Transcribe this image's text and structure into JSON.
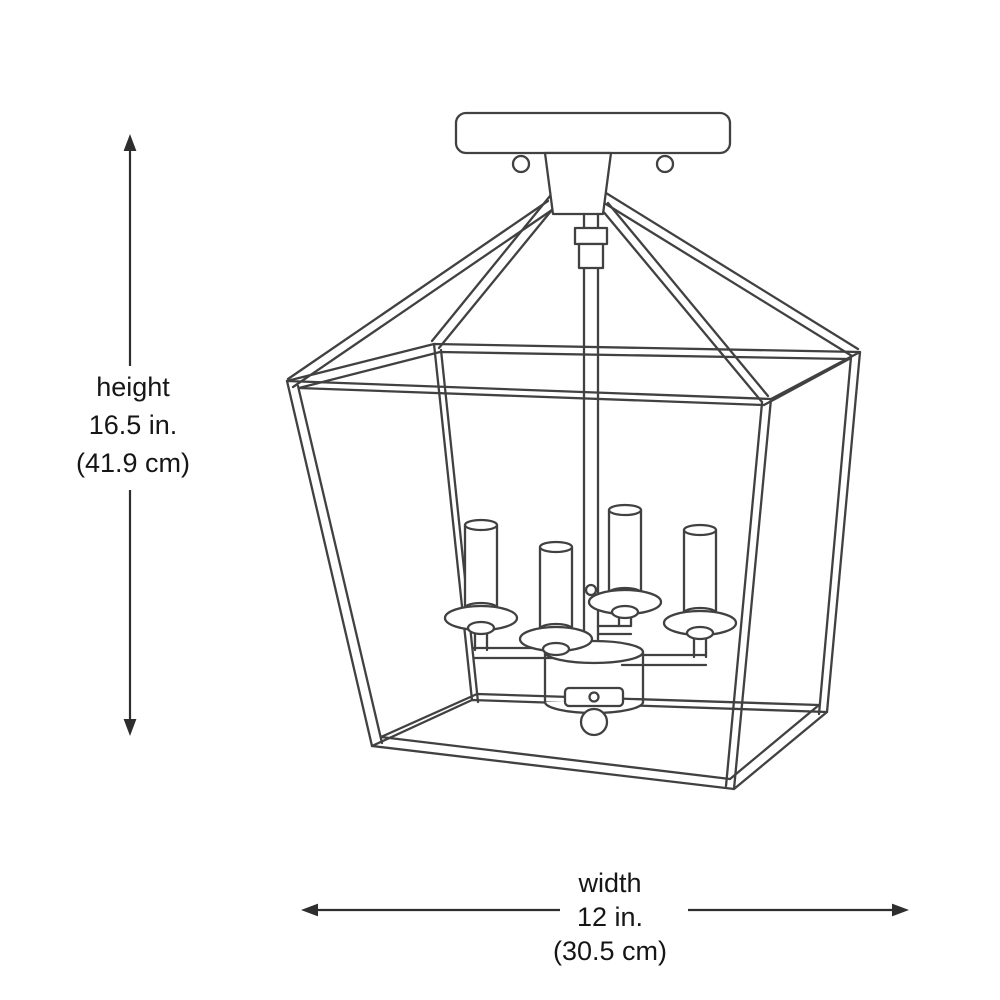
{
  "colors": {
    "background": "#ffffff",
    "line": "#414141",
    "arrow": "#2e2e2e",
    "text": "#161616"
  },
  "height_dimension": {
    "label": "height",
    "inches": "16.5 in.",
    "centimeters": "(41.9 cm)"
  },
  "width_dimension": {
    "label": "width",
    "inches": "12 in.",
    "centimeters": "(30.5 cm)"
  }
}
